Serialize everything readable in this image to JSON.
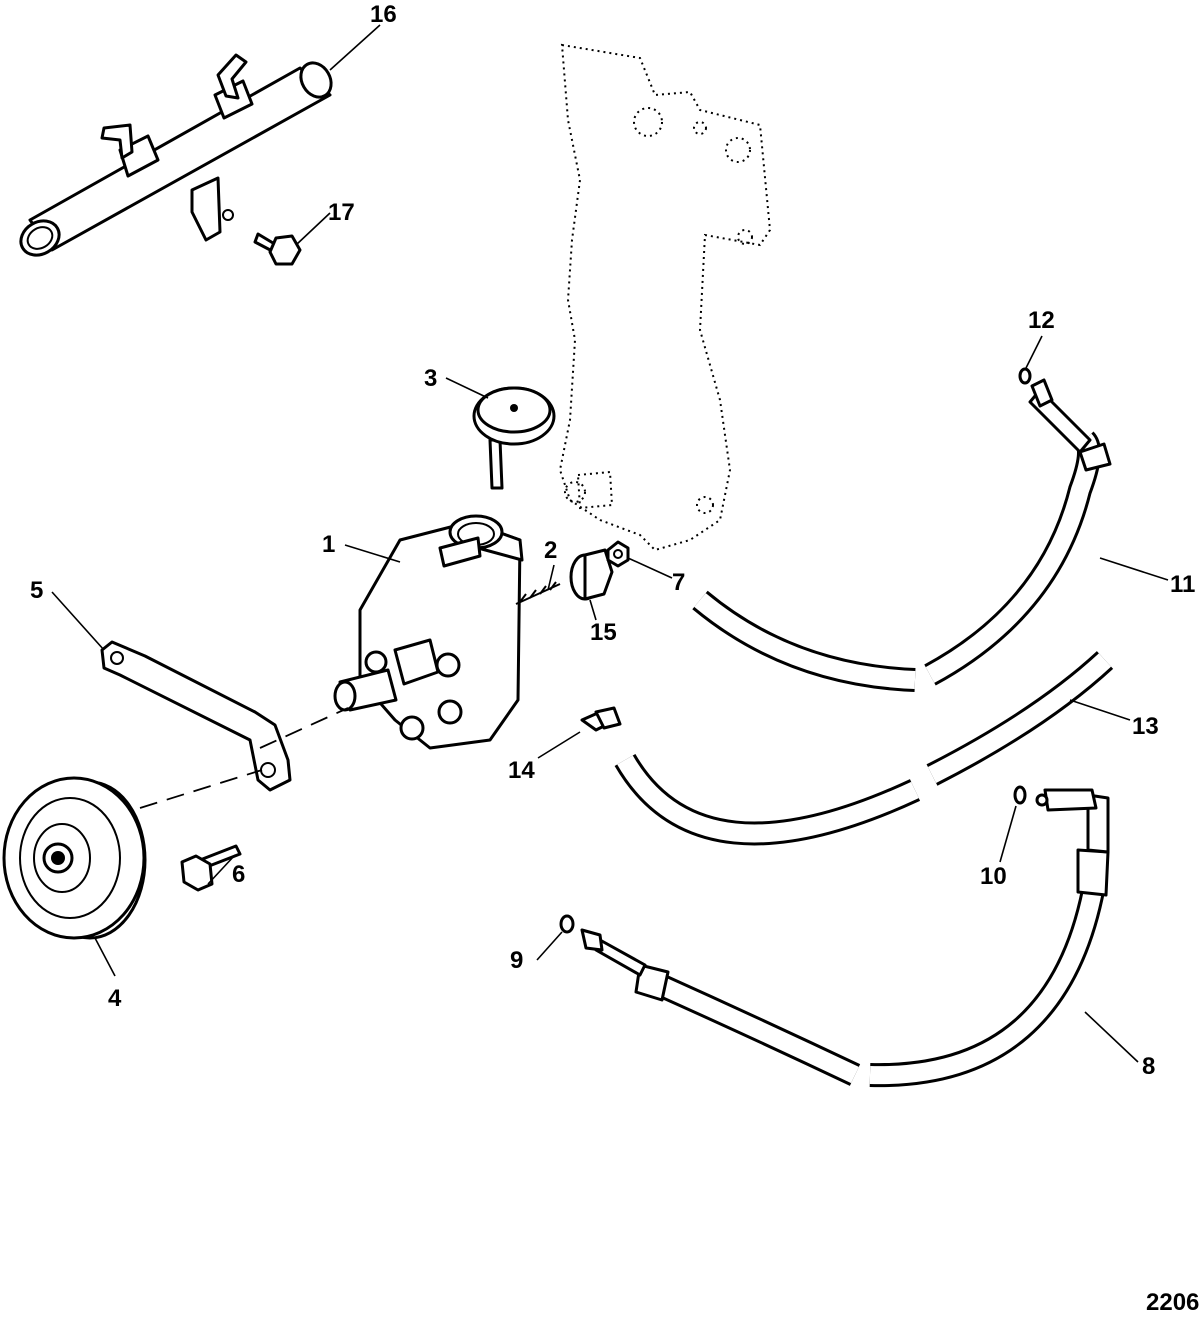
{
  "diagram": {
    "figure_number": "2206",
    "callouts": [
      "1",
      "2",
      "3",
      "4",
      "5",
      "6",
      "7",
      "8",
      "9",
      "10",
      "11",
      "12",
      "13",
      "14",
      "15",
      "16",
      "17"
    ]
  }
}
